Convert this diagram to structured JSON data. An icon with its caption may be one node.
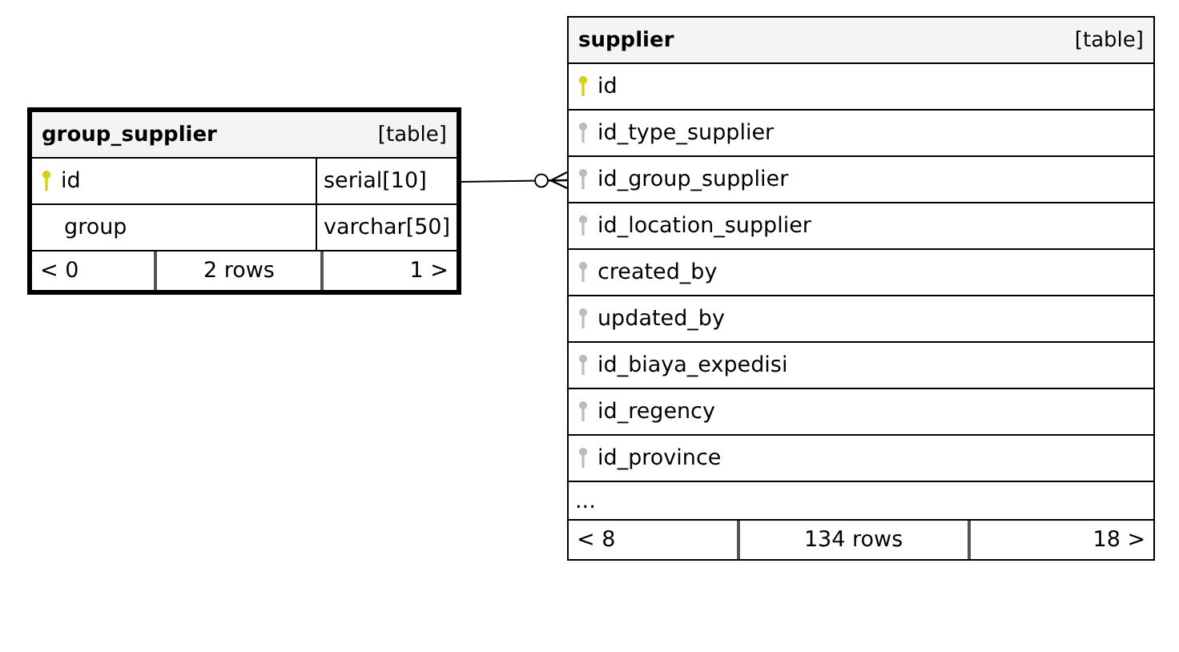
{
  "diagram": {
    "nodes": [
      {
        "text": [
          "group_supplier",
          "[table]"
        ]
      },
      {
        "text": [
          "id",
          "serial[10]"
        ],
        "in": 0
      },
      {
        "text": [
          "group",
          "varchar[50]"
        ],
        "in": 0
      },
      {
        "text": [
          "< 0",
          "2 rows",
          "1 >"
        ],
        "in": 0
      },
      {
        "text": [
          "supplier",
          "[table]"
        ]
      },
      {
        "text": [
          "id"
        ],
        "in": 4
      },
      {
        "text": [
          "id_type_supplier"
        ],
        "in": 4
      },
      {
        "text": [
          "id_group_supplier"
        ],
        "in": 4
      },
      {
        "text": [
          "id_location_supplier"
        ],
        "in": 4
      },
      {
        "text": [
          "created_by"
        ],
        "in": 4
      },
      {
        "text": [
          "updated_by"
        ],
        "in": 4
      },
      {
        "text": [
          "id_biaya_expedisi"
        ],
        "in": 4
      },
      {
        "text": [
          "id_regency"
        ],
        "in": 4
      },
      {
        "text": [
          "id_province"
        ],
        "in": 4
      },
      {
        "text": [
          "..."
        ],
        "in": 4
      },
      {
        "text": [
          "< 8",
          "134 rows",
          "18 >"
        ],
        "in": 4
      }
    ],
    "edges": [
      {
        "from": 1,
        "to": 7,
        "arrow": "other"
      }
    ]
  }
}
